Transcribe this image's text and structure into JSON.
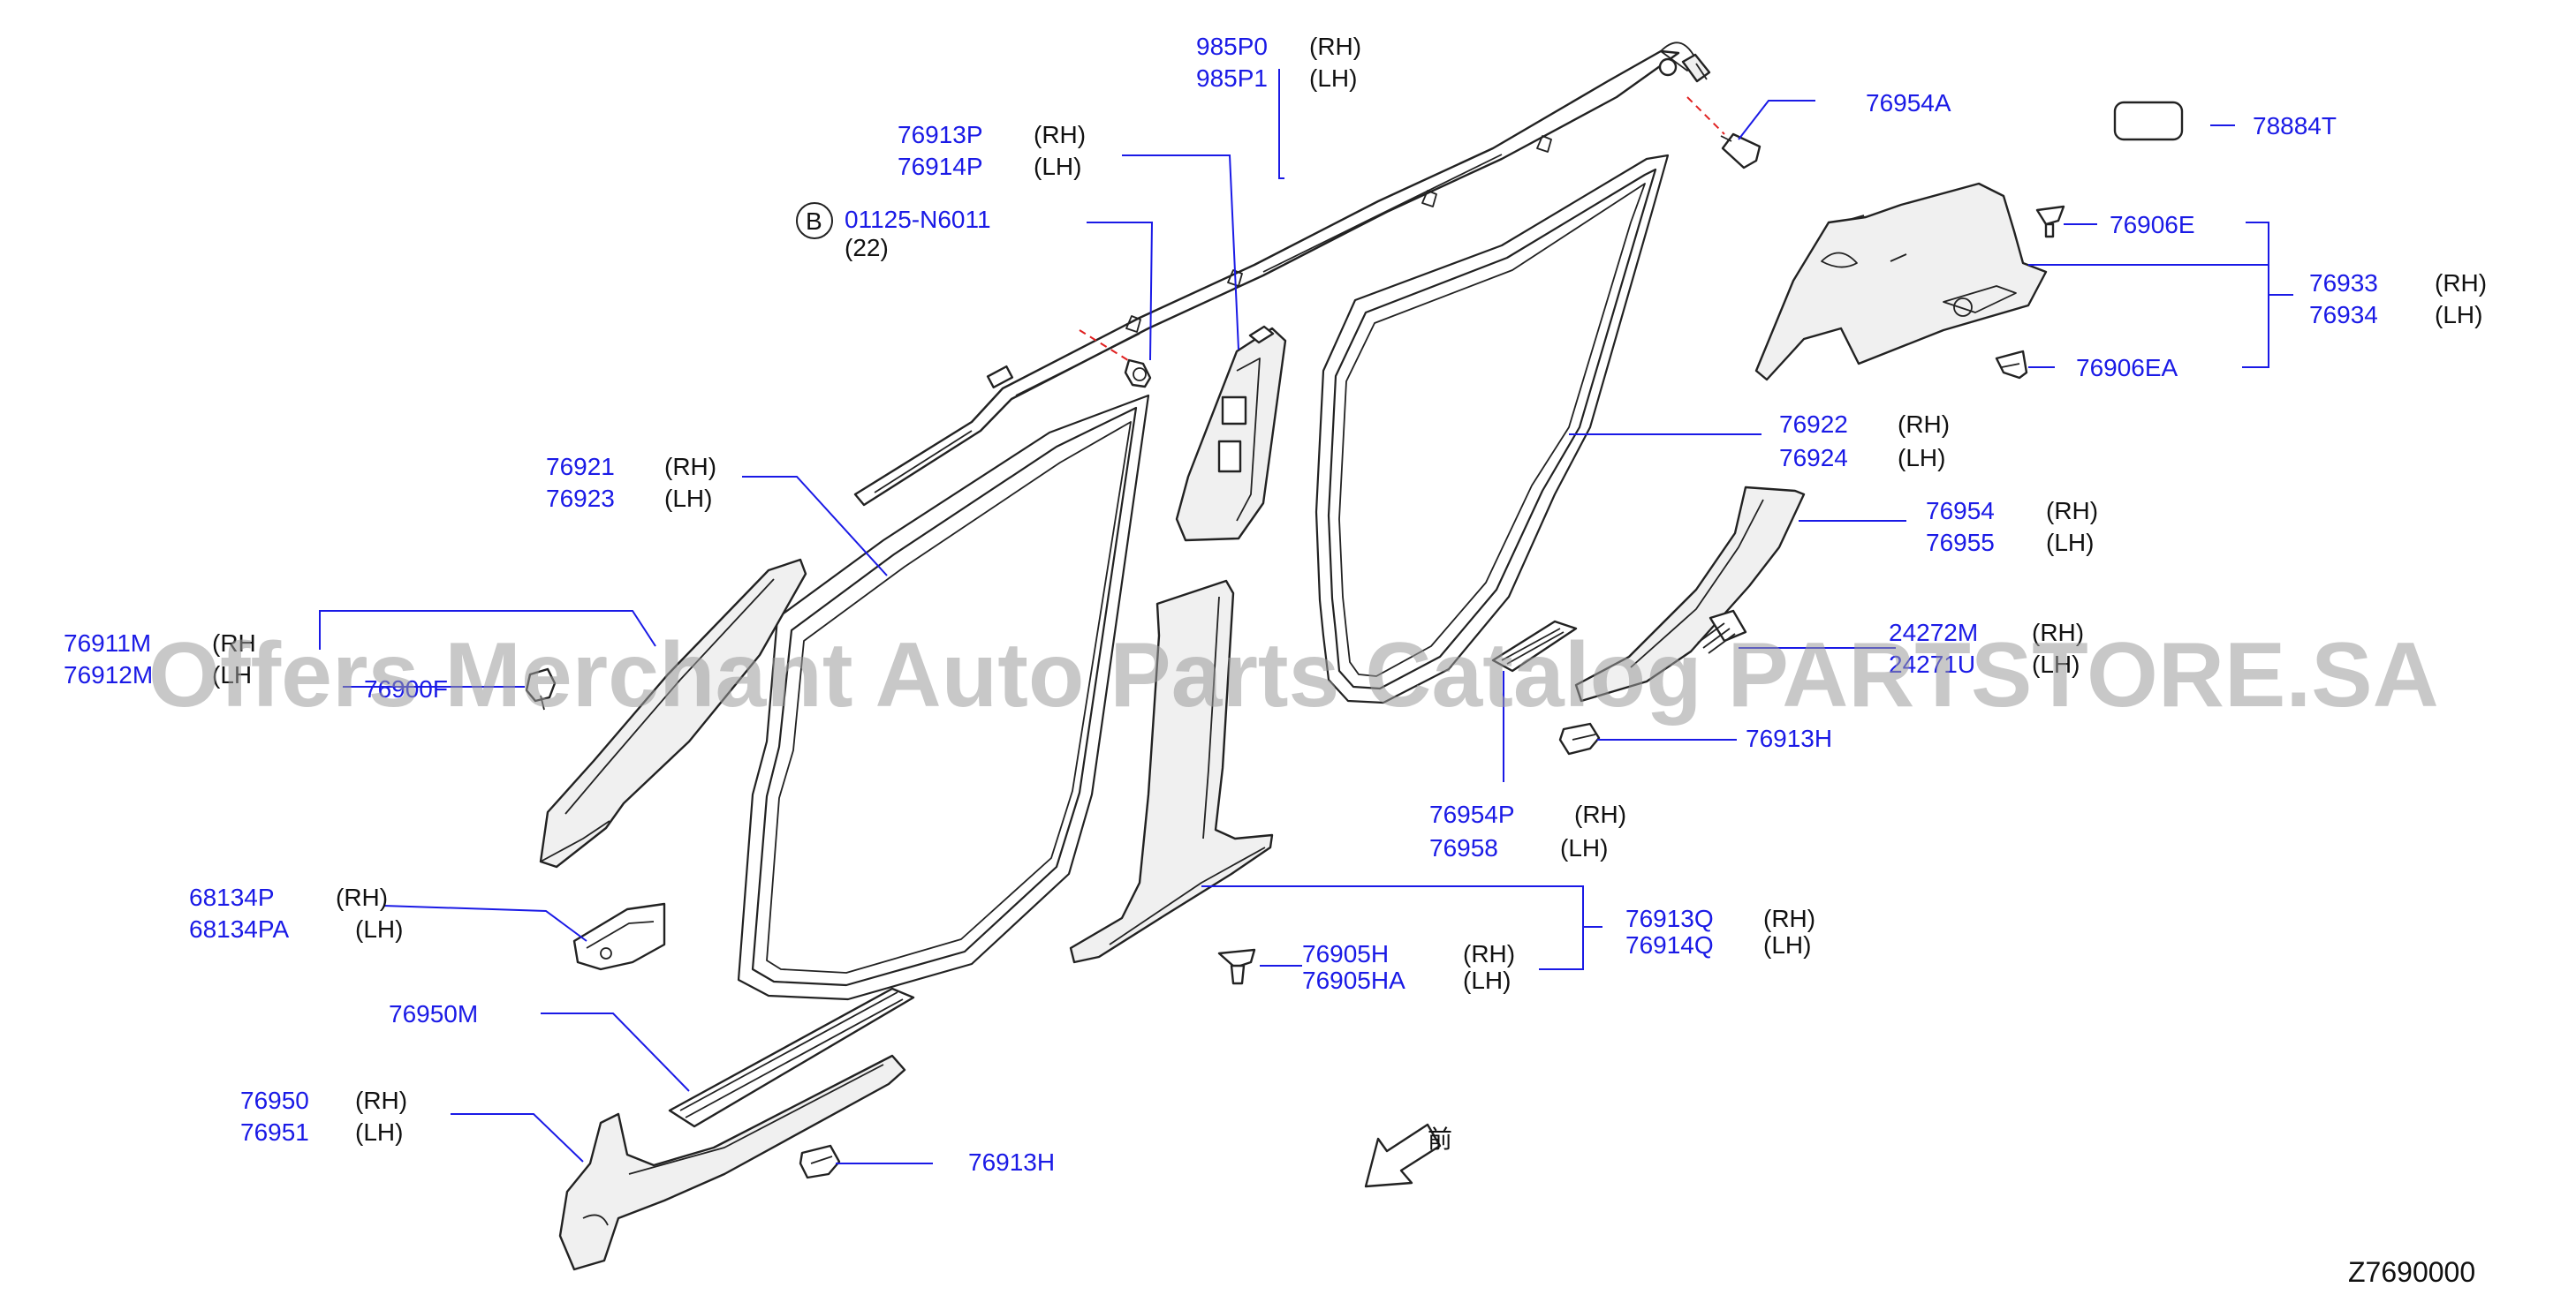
{
  "diagram": {
    "watermark": "Offers Merchant Auto Parts Catalog PARTSTORE.SA",
    "code": "Z7690000",
    "front_mark": "前",
    "callout_letter": "B",
    "parts": [
      {
        "id": "p1",
        "numbers": [
          "985P0",
          "985P1"
        ],
        "sides": [
          "(RH)",
          "(LH)"
        ]
      },
      {
        "id": "p2",
        "numbers": [
          "76913P",
          "76914P"
        ],
        "sides": [
          "(RH)",
          "(LH)"
        ]
      },
      {
        "id": "p3",
        "numbers": [
          "01125-N6011"
        ],
        "sides": [
          "(22)"
        ]
      },
      {
        "id": "p4",
        "numbers": [
          "76954A"
        ],
        "sides": []
      },
      {
        "id": "p5",
        "numbers": [
          "78884T"
        ],
        "sides": []
      },
      {
        "id": "p6",
        "numbers": [
          "76906E"
        ],
        "sides": []
      },
      {
        "id": "p7",
        "numbers": [
          "76933",
          "76934"
        ],
        "sides": [
          "(RH)",
          "(LH)"
        ]
      },
      {
        "id": "p8",
        "numbers": [
          "76906EA"
        ],
        "sides": []
      },
      {
        "id": "p9",
        "numbers": [
          "76922",
          "76924"
        ],
        "sides": [
          "(RH)",
          "(LH)"
        ]
      },
      {
        "id": "p10",
        "numbers": [
          "76921",
          "76923"
        ],
        "sides": [
          "(RH)",
          "(LH)"
        ]
      },
      {
        "id": "p11",
        "numbers": [
          "76954",
          "76955"
        ],
        "sides": [
          "(RH)",
          "(LH)"
        ]
      },
      {
        "id": "p12",
        "numbers": [
          "76911M",
          "76912M"
        ],
        "sides": [
          "(RH",
          "(LH"
        ]
      },
      {
        "id": "p13",
        "numbers": [
          "76900F"
        ],
        "sides": []
      },
      {
        "id": "p14",
        "numbers": [
          "24272M",
          "24271U"
        ],
        "sides": [
          "(RH)",
          "(LH)"
        ]
      },
      {
        "id": "p15",
        "numbers": [
          "76913H"
        ],
        "sides": []
      },
      {
        "id": "p16",
        "numbers": [
          "76954P",
          "76958"
        ],
        "sides": [
          "(RH)",
          "(LH)"
        ]
      },
      {
        "id": "p17",
        "numbers": [
          "68134P",
          "68134PA"
        ],
        "sides": [
          "(RH)",
          "(LH)"
        ]
      },
      {
        "id": "p18",
        "numbers": [
          "76913Q",
          "76914Q"
        ],
        "sides": [
          "(RH)",
          "(LH)"
        ]
      },
      {
        "id": "p19",
        "numbers": [
          "76905H",
          "76905HA"
        ],
        "sides": [
          "(RH)",
          "(LH)"
        ]
      },
      {
        "id": "p20",
        "numbers": [
          "76950M"
        ],
        "sides": []
      },
      {
        "id": "p21",
        "numbers": [
          "76950",
          "76951"
        ],
        "sides": [
          "(RH)",
          "(LH)"
        ]
      },
      {
        "id": "p22",
        "numbers": [
          "76913H"
        ],
        "sides": []
      }
    ]
  }
}
